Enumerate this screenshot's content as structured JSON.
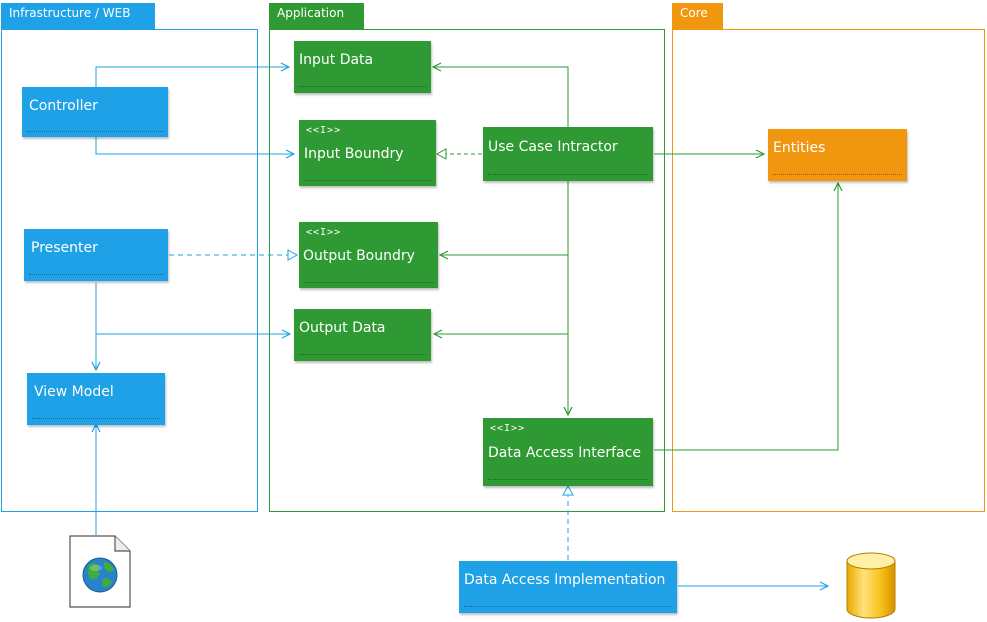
{
  "frames": {
    "infrastructure": "Infrastructure / WEB",
    "application": "Application",
    "core": "Core"
  },
  "nodes": {
    "controller": "Controller",
    "presenter": "Presenter",
    "view_model": "View Model",
    "input_data": "Input Data",
    "input_boundary": "Input Boundry",
    "input_boundary_stereotype": "<<I>>",
    "output_boundary": "Output Boundry",
    "output_boundary_stereotype": "<<I>>",
    "output_data": "Output Data",
    "use_case": "Use Case Intractor",
    "data_access_interface": "Data Access Interface",
    "data_access_interface_stereotype": "<<I>>",
    "entities": "Entities",
    "data_access_impl": "Data Access Implementation"
  },
  "icons": {
    "web_page": "web-page-icon",
    "database": "database-icon"
  },
  "colors": {
    "blue": "#1ea1e6",
    "green": "#2f9a33",
    "orange": "#f1960f"
  }
}
